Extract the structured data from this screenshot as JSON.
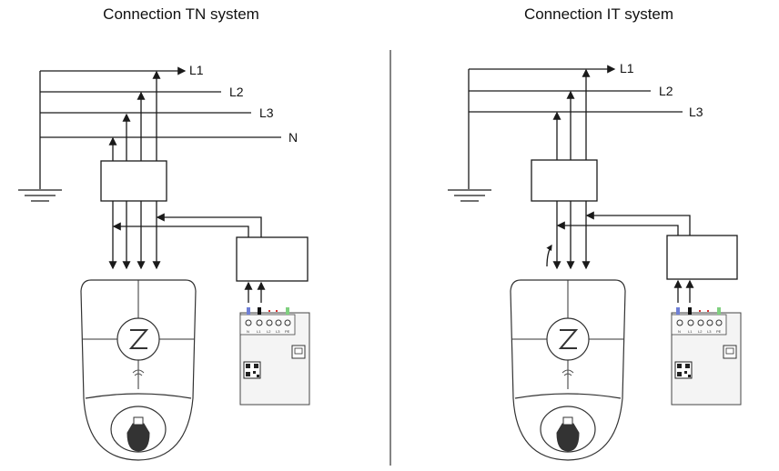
{
  "titles": {
    "tn": "Connection TN system",
    "it": "Connection IT system"
  },
  "tn": {
    "lines": [
      "L1",
      "L2",
      "L3",
      "N"
    ]
  },
  "it": {
    "lines": [
      "L1",
      "L2",
      "L3"
    ]
  },
  "meter": {
    "terminals": [
      "N",
      "L1",
      "L2",
      "L3",
      "PE"
    ]
  },
  "colors": {
    "neutral_marker": "#6f7fd6",
    "black_marker": "#111111",
    "red_marker": "#d93030",
    "green_marker": "#7fd07f"
  }
}
